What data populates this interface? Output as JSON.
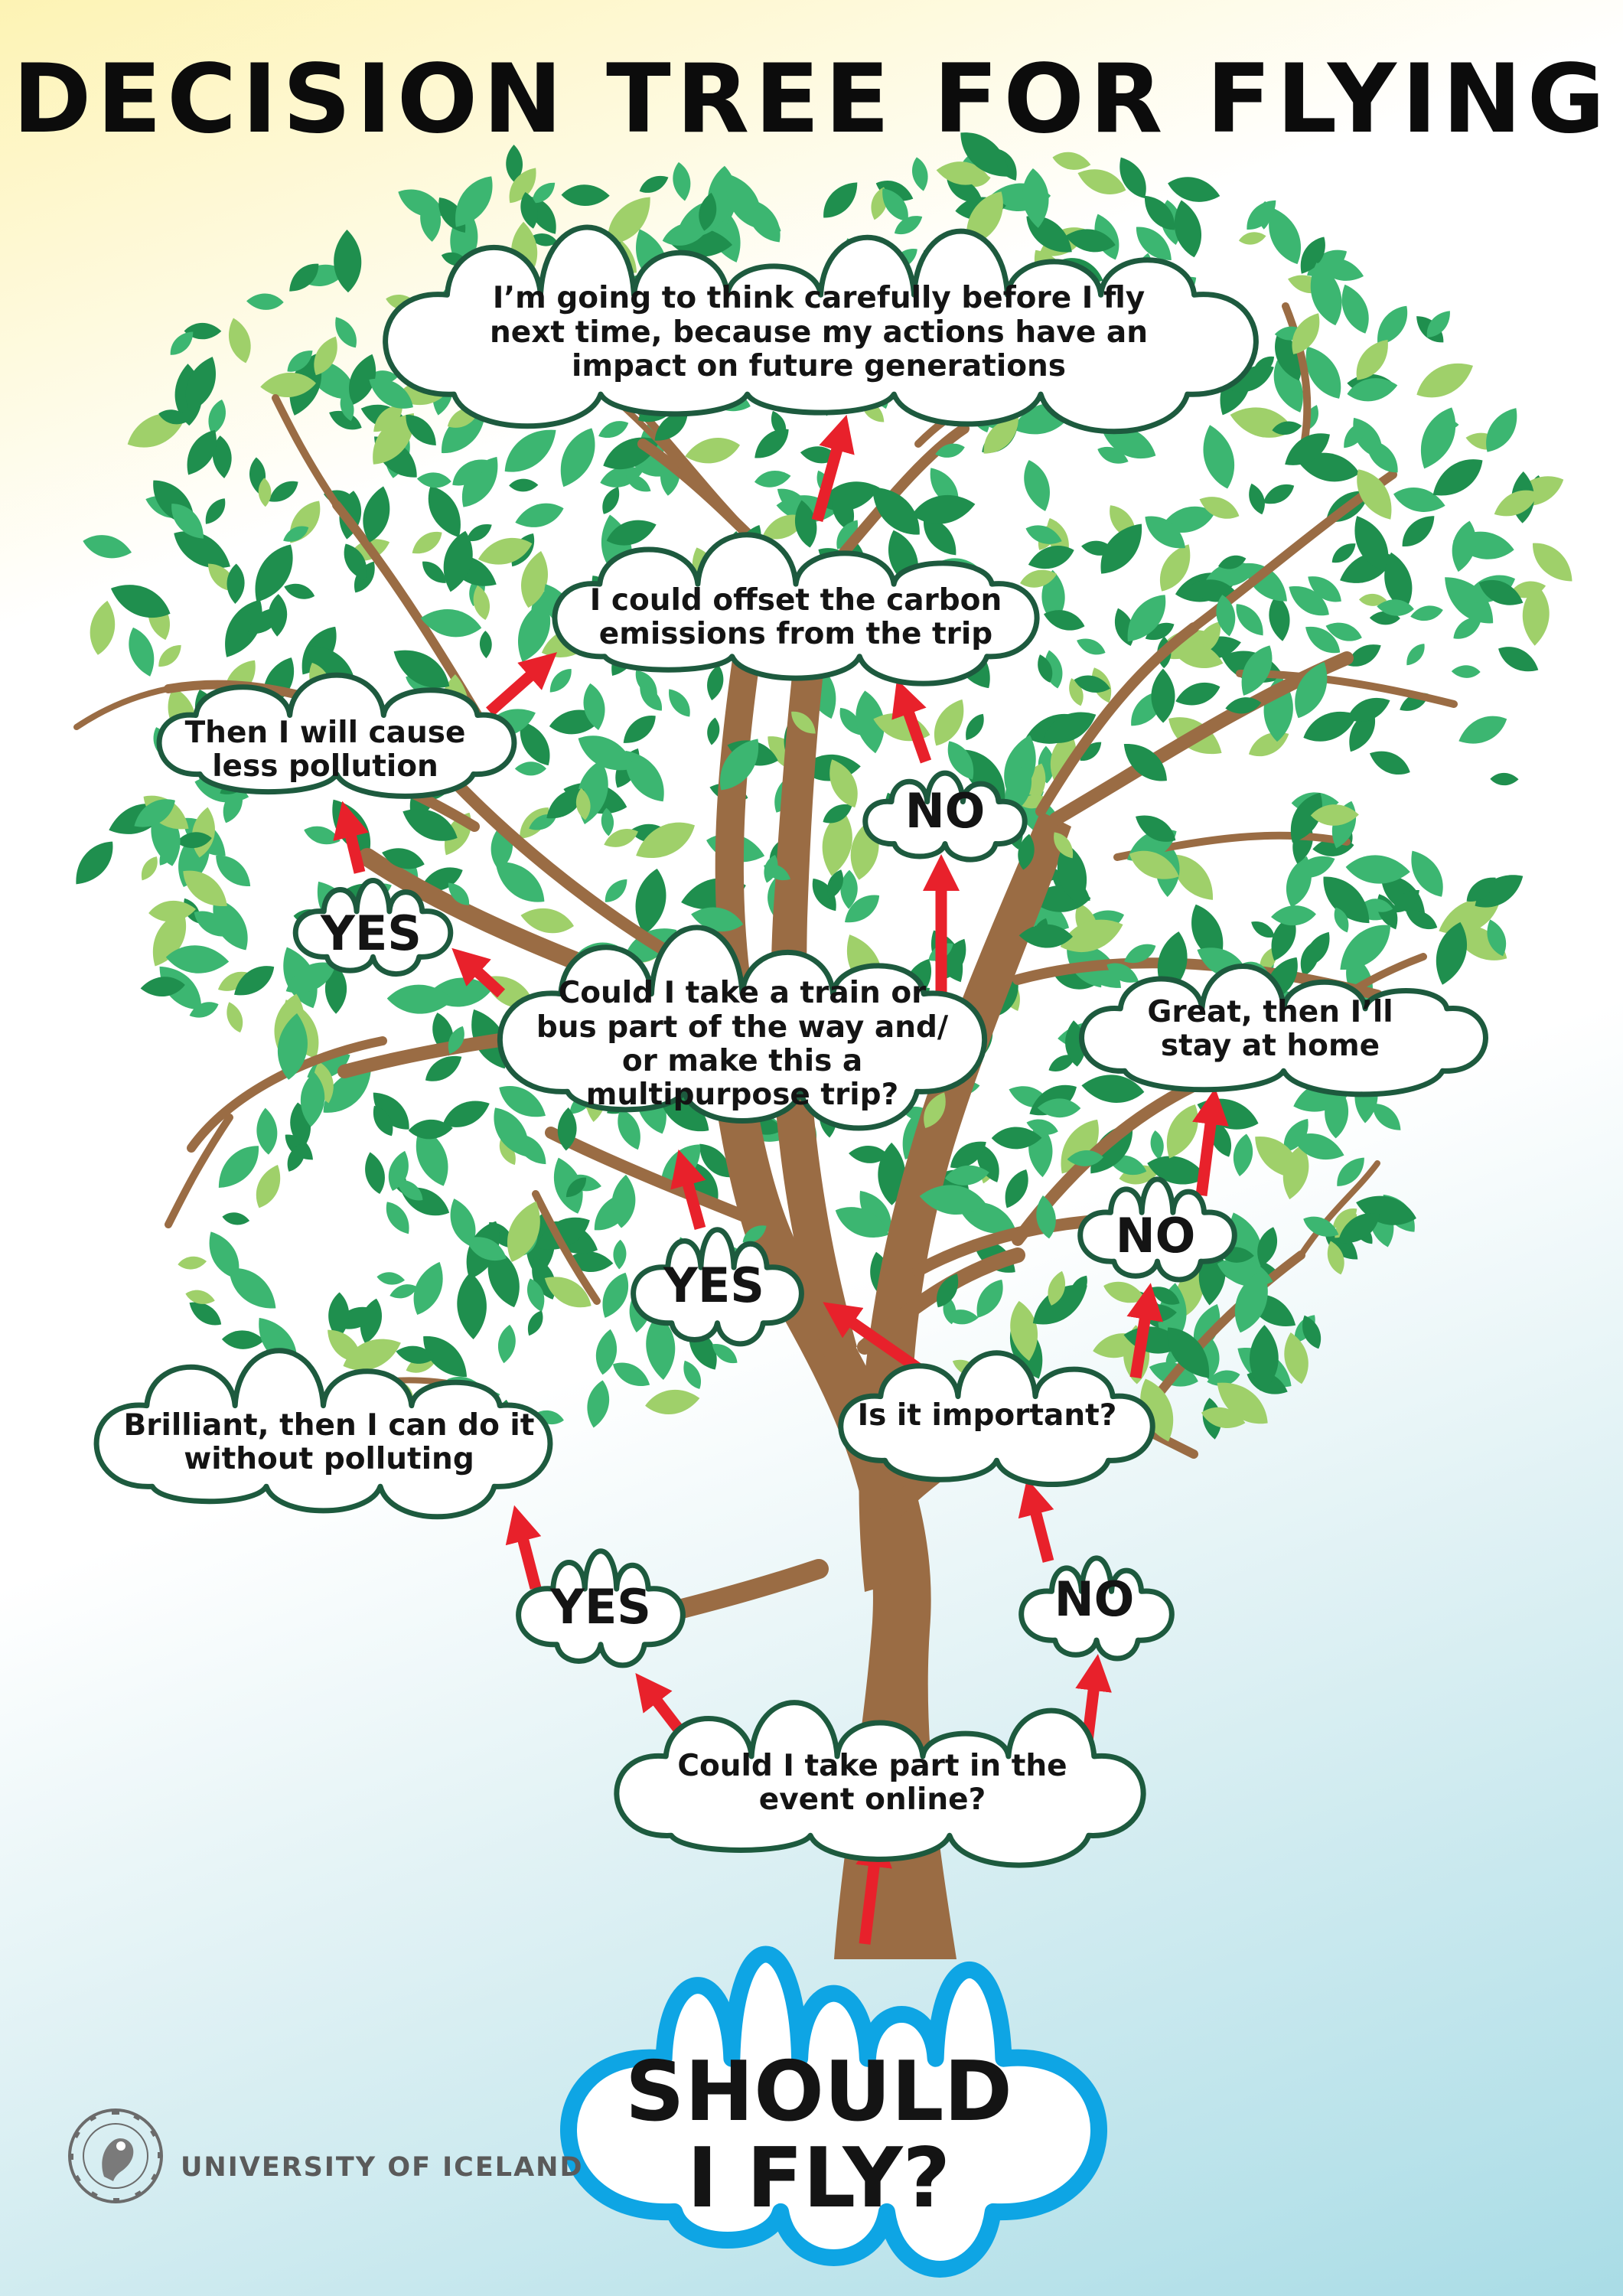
{
  "title": "DECISION TREE FOR FLYING",
  "colors": {
    "trunk": "#9a6c44",
    "leaf_dark": "#1f8f4e",
    "leaf_mid": "#3cb671",
    "leaf_light": "#9fd06a",
    "bubble_border": "#1d5a3e",
    "root_border": "#0ea5e4",
    "arrow": "#e8212b"
  },
  "nodes": {
    "root": "SHOULD I FLY?",
    "online": "Could I take part in the event online?",
    "yes_online": "YES",
    "brilliant": "Brilliant, then I can do it without polluting",
    "no_online": "NO",
    "important": "Is it important?",
    "no_important": "NO",
    "stay_home": "Great, then I’ll stay at home",
    "yes_important": "YES",
    "train_bus": "Could I take a train or bus part of the way and/ or make this a multipurpose trip?",
    "yes_train": "YES",
    "less_pollution": "Then I will cause less pollution",
    "no_train": "NO",
    "offset": "I could offset the carbon emissions from the trip",
    "think": "I’m going to think carefully before I fly next time, because my actions have an impact on future generations"
  },
  "footer": {
    "institution": "UNIVERSITY OF ICELAND",
    "seal_icon": "university-seal-icon"
  }
}
